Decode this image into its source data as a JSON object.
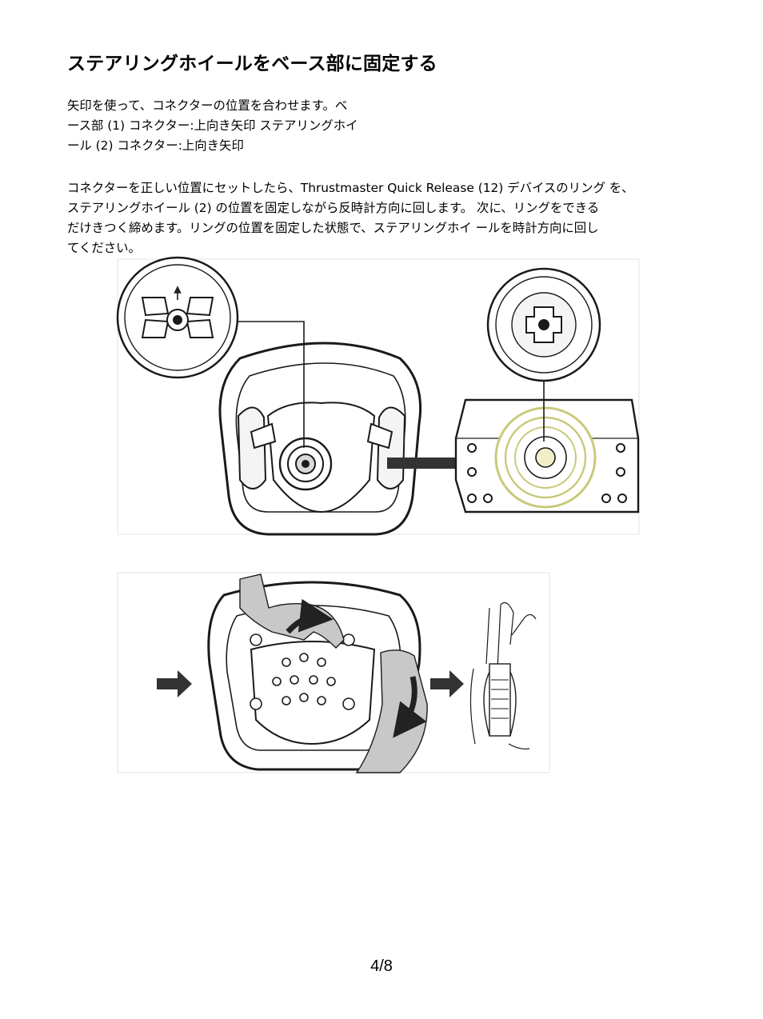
{
  "heading": "ステアリングホイールをベース部に固定する",
  "paragraph1": {
    "lines": [
      "矢印を使って、コネクターの位置を合わせます。ベ",
      "ース部 (1) コネクター:上向き矢印 ステアリングホイ",
      "ール (2) コネクター:上向き矢印"
    ]
  },
  "paragraph2": {
    "lines": [
      "コネクターを正しい位置にセットしたら、Thrustmaster Quick Release (12) デバイスのリング を、",
      "ステアリングホイール (2) の位置を固定しながら反時計方向に回します。 次に、リングをできる",
      "だけきつく締めます。リングの位置を固定した状態で、ステアリングホイ ールを時計方向に回し",
      "てください。"
    ]
  },
  "page_number": "4/8"
}
